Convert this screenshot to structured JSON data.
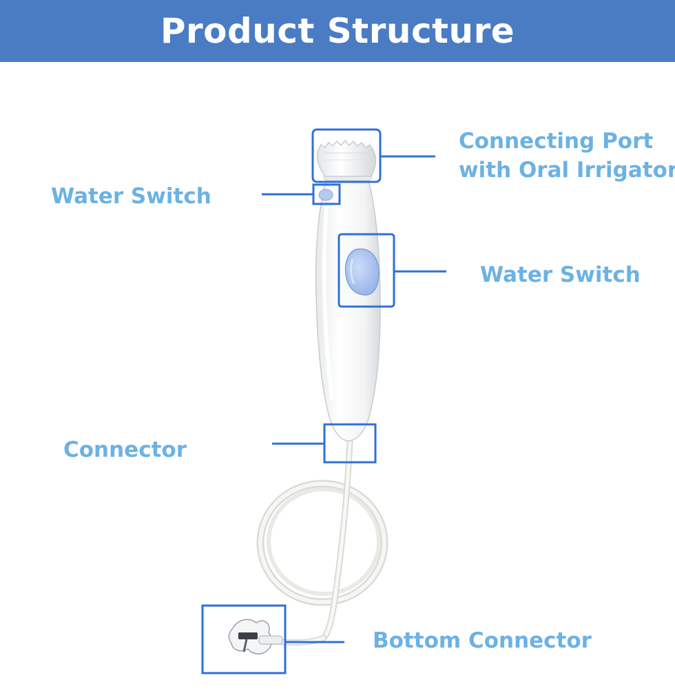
{
  "title": "Product Structure",
  "labels": {
    "connecting_port_line1": "Connecting Port",
    "connecting_port_line2": "with Oral Irrigator",
    "water_switch_left": "Water Switch",
    "water_switch_right": "Water Switch",
    "connector": "Connector",
    "bottom_connector": "Bottom Connector"
  },
  "colors": {
    "header_background": "#4a7cc4",
    "header_text": "#ffffff",
    "label_text": "#6cb2e3",
    "callout_box": "#2f6fdc",
    "switch_button": "#a9c2ef"
  }
}
